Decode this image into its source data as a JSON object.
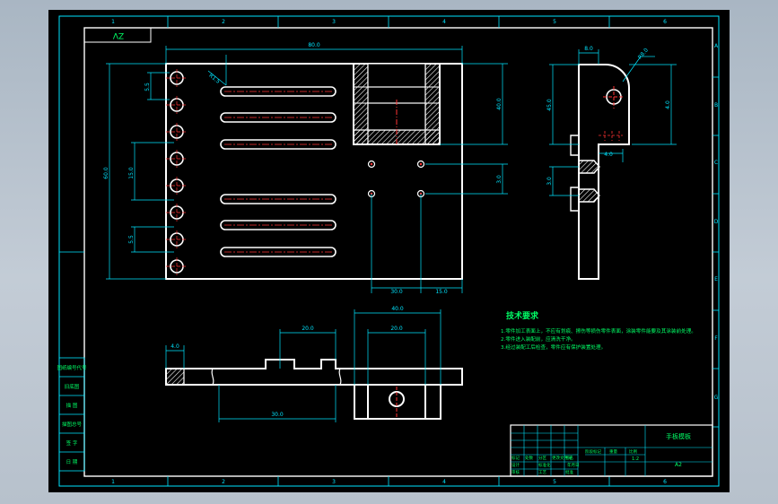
{
  "sheet": {
    "background": "#000000",
    "frame_color": "#00e5ff",
    "geometry_color": "#ffffff",
    "annotation_color": "#00ff66",
    "centerline_color": "#ff3333",
    "dimension_color": "#00e5ff",
    "zone_numbers_top": [
      "1",
      "2",
      "3",
      "4",
      "5",
      "6"
    ],
    "zone_numbers_bottom": [
      "1",
      "2",
      "3",
      "4",
      "5",
      "6"
    ],
    "zone_letters": [
      "A",
      "B",
      "C",
      "D",
      "E",
      "F",
      "G"
    ],
    "corner_tag": "ZV"
  },
  "dimensions": {
    "plate_width": "80.0",
    "right_height": "40.0",
    "total_height": "60.0",
    "gap_low": "5.5",
    "hole_pitch": "5.5",
    "span_mid": "15.0",
    "pocket_depth": "3.0",
    "bottom_a": "30.0",
    "bottom_b": "15.0",
    "slot_radius": "R1.5",
    "side_thickness": "8.0",
    "side_height": "45.0",
    "side_radius": "R8.0",
    "side_offset": "4.0",
    "side_offset2": "3.0",
    "side_bottom_span": "4.0",
    "front_width": "40.0",
    "front_inner": "20.0",
    "front_top_span": "20.0",
    "front_left_step": "4.0",
    "front_bottom_span": "30.0"
  },
  "technical_requirements": {
    "title": "技术要求",
    "items": [
      "1.零件加工表面上，不应有划痕、擦伤等损伤零件表面，涂装零件能要及其涂装前处理。",
      "2.零件进入装配前，应清洗干净。",
      "3.经过装配工后检查，零件应有保护装置处理。"
    ]
  },
  "left_stamp_rows": [
    "图纸编号代号",
    "旧底图",
    "描 图",
    "描图总号",
    "签 字",
    "日 期"
  ],
  "title_block": {
    "drawing_title": "手板模板",
    "scale": "1:2",
    "labels": [
      "标记",
      "处数",
      "分区",
      "更改文件号",
      "签名",
      "年月日",
      "设计",
      "标准化",
      "阶段标记",
      "重量",
      "比例",
      "审核",
      "工艺",
      "批准"
    ]
  }
}
